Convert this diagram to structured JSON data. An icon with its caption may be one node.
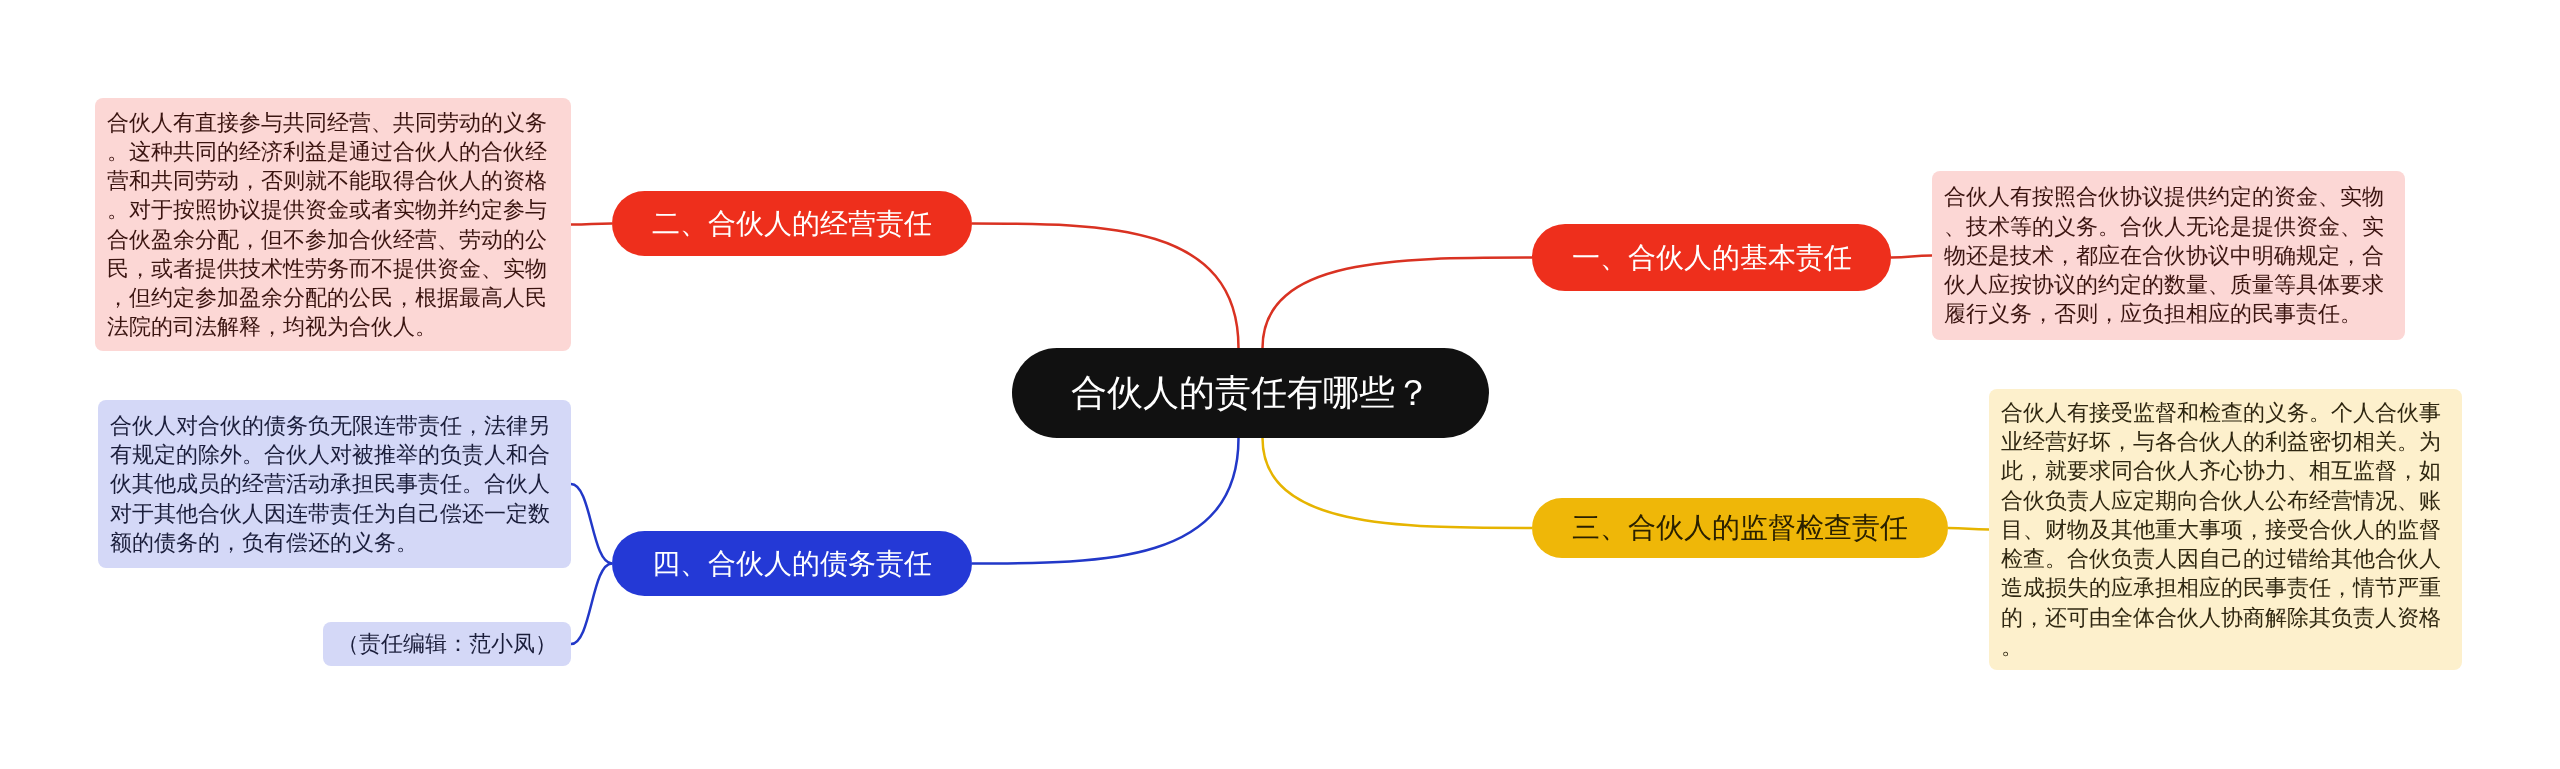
{
  "diagram": {
    "nodes": [
      {
        "text": [
          "合伙人的责任有哪些？"
        ]
      },
      {
        "text": [
          "二、合伙人的经营责任"
        ]
      },
      {
        "text": [
          "合伙人有直接参与共同经营、共同劳动的义务。这种共同的经济利益是通过合伙人的合伙经营和共同劳动，否则就不能取得合伙人的资格。对于按照协议提供资金或者实物并约定参与合伙盈余分配，但不参加合伙经营、劳动的公民，或者提供技术性劳务而不提供资金、实物，但约定参加盈余分配的公民，根据最高人民法院的司法解释，均视为合伙人。"
        ]
      },
      {
        "text": [
          "一、合伙人的基本责任"
        ]
      },
      {
        "text": [
          "合伙人有按照合伙协议提供约定的资金、实物、技术等的义务。合伙人无论是提供资金、实物还是技术，都应在合伙协议中明确规定，合伙人应按协议的约定的数量、质量等具体要求履行义务，否则，应负担相应的民事责任。"
        ]
      },
      {
        "text": [
          "四、合伙人的债务责任"
        ]
      },
      {
        "text": [
          "合伙人对合伙的债务负无限连带责任，法律另有规定的除外。合伙人对被推举的负责人和合伙其他成员的经营活动承担民事责任。合伙人对于其他合伙人因连带责任为自己偿还一定数额的债务的，负有偿还的义务。"
        ]
      },
      {
        "text": [
          "（责任编辑：范小凤）"
        ]
      },
      {
        "text": [
          "三、合伙人的监督检查责任"
        ]
      },
      {
        "text": [
          "合伙人有接受监督和检查的义务。个人合伙事业经营好坏，与各合伙人的利益密切相关。为此，就要求同合伙人齐心协力、相互监督，如合伙负责人应定期向合伙人公布经营情况、账目、财物及其他重大事项，接受合伙人的监督检查。合伙负责人因自己的过错给其他合伙人造成损失的应承担相应的民事责任，情节严重的，还可由全体合伙人协商解除其负责人资格。"
        ]
      }
    ],
    "edges": [
      {
        "from": 0,
        "to": 1,
        "arrow": "none"
      },
      {
        "from": 1,
        "to": 2,
        "arrow": "none"
      },
      {
        "from": 0,
        "to": 3,
        "arrow": "none"
      },
      {
        "from": 3,
        "to": 4,
        "arrow": "none"
      },
      {
        "from": 0,
        "to": 5,
        "arrow": "none",
        "color": "#2238c8"
      },
      {
        "from": 5,
        "to": 6,
        "arrow": "none",
        "color": "#2238c8"
      },
      {
        "from": 5,
        "to": 7,
        "arrow": "none",
        "color": "#2238c8"
      },
      {
        "from": 0,
        "to": 8,
        "arrow": "none",
        "color": "#e6b400"
      },
      {
        "from": 8,
        "to": 9,
        "arrow": "none",
        "color": "#e6b400"
      }
    ]
  }
}
